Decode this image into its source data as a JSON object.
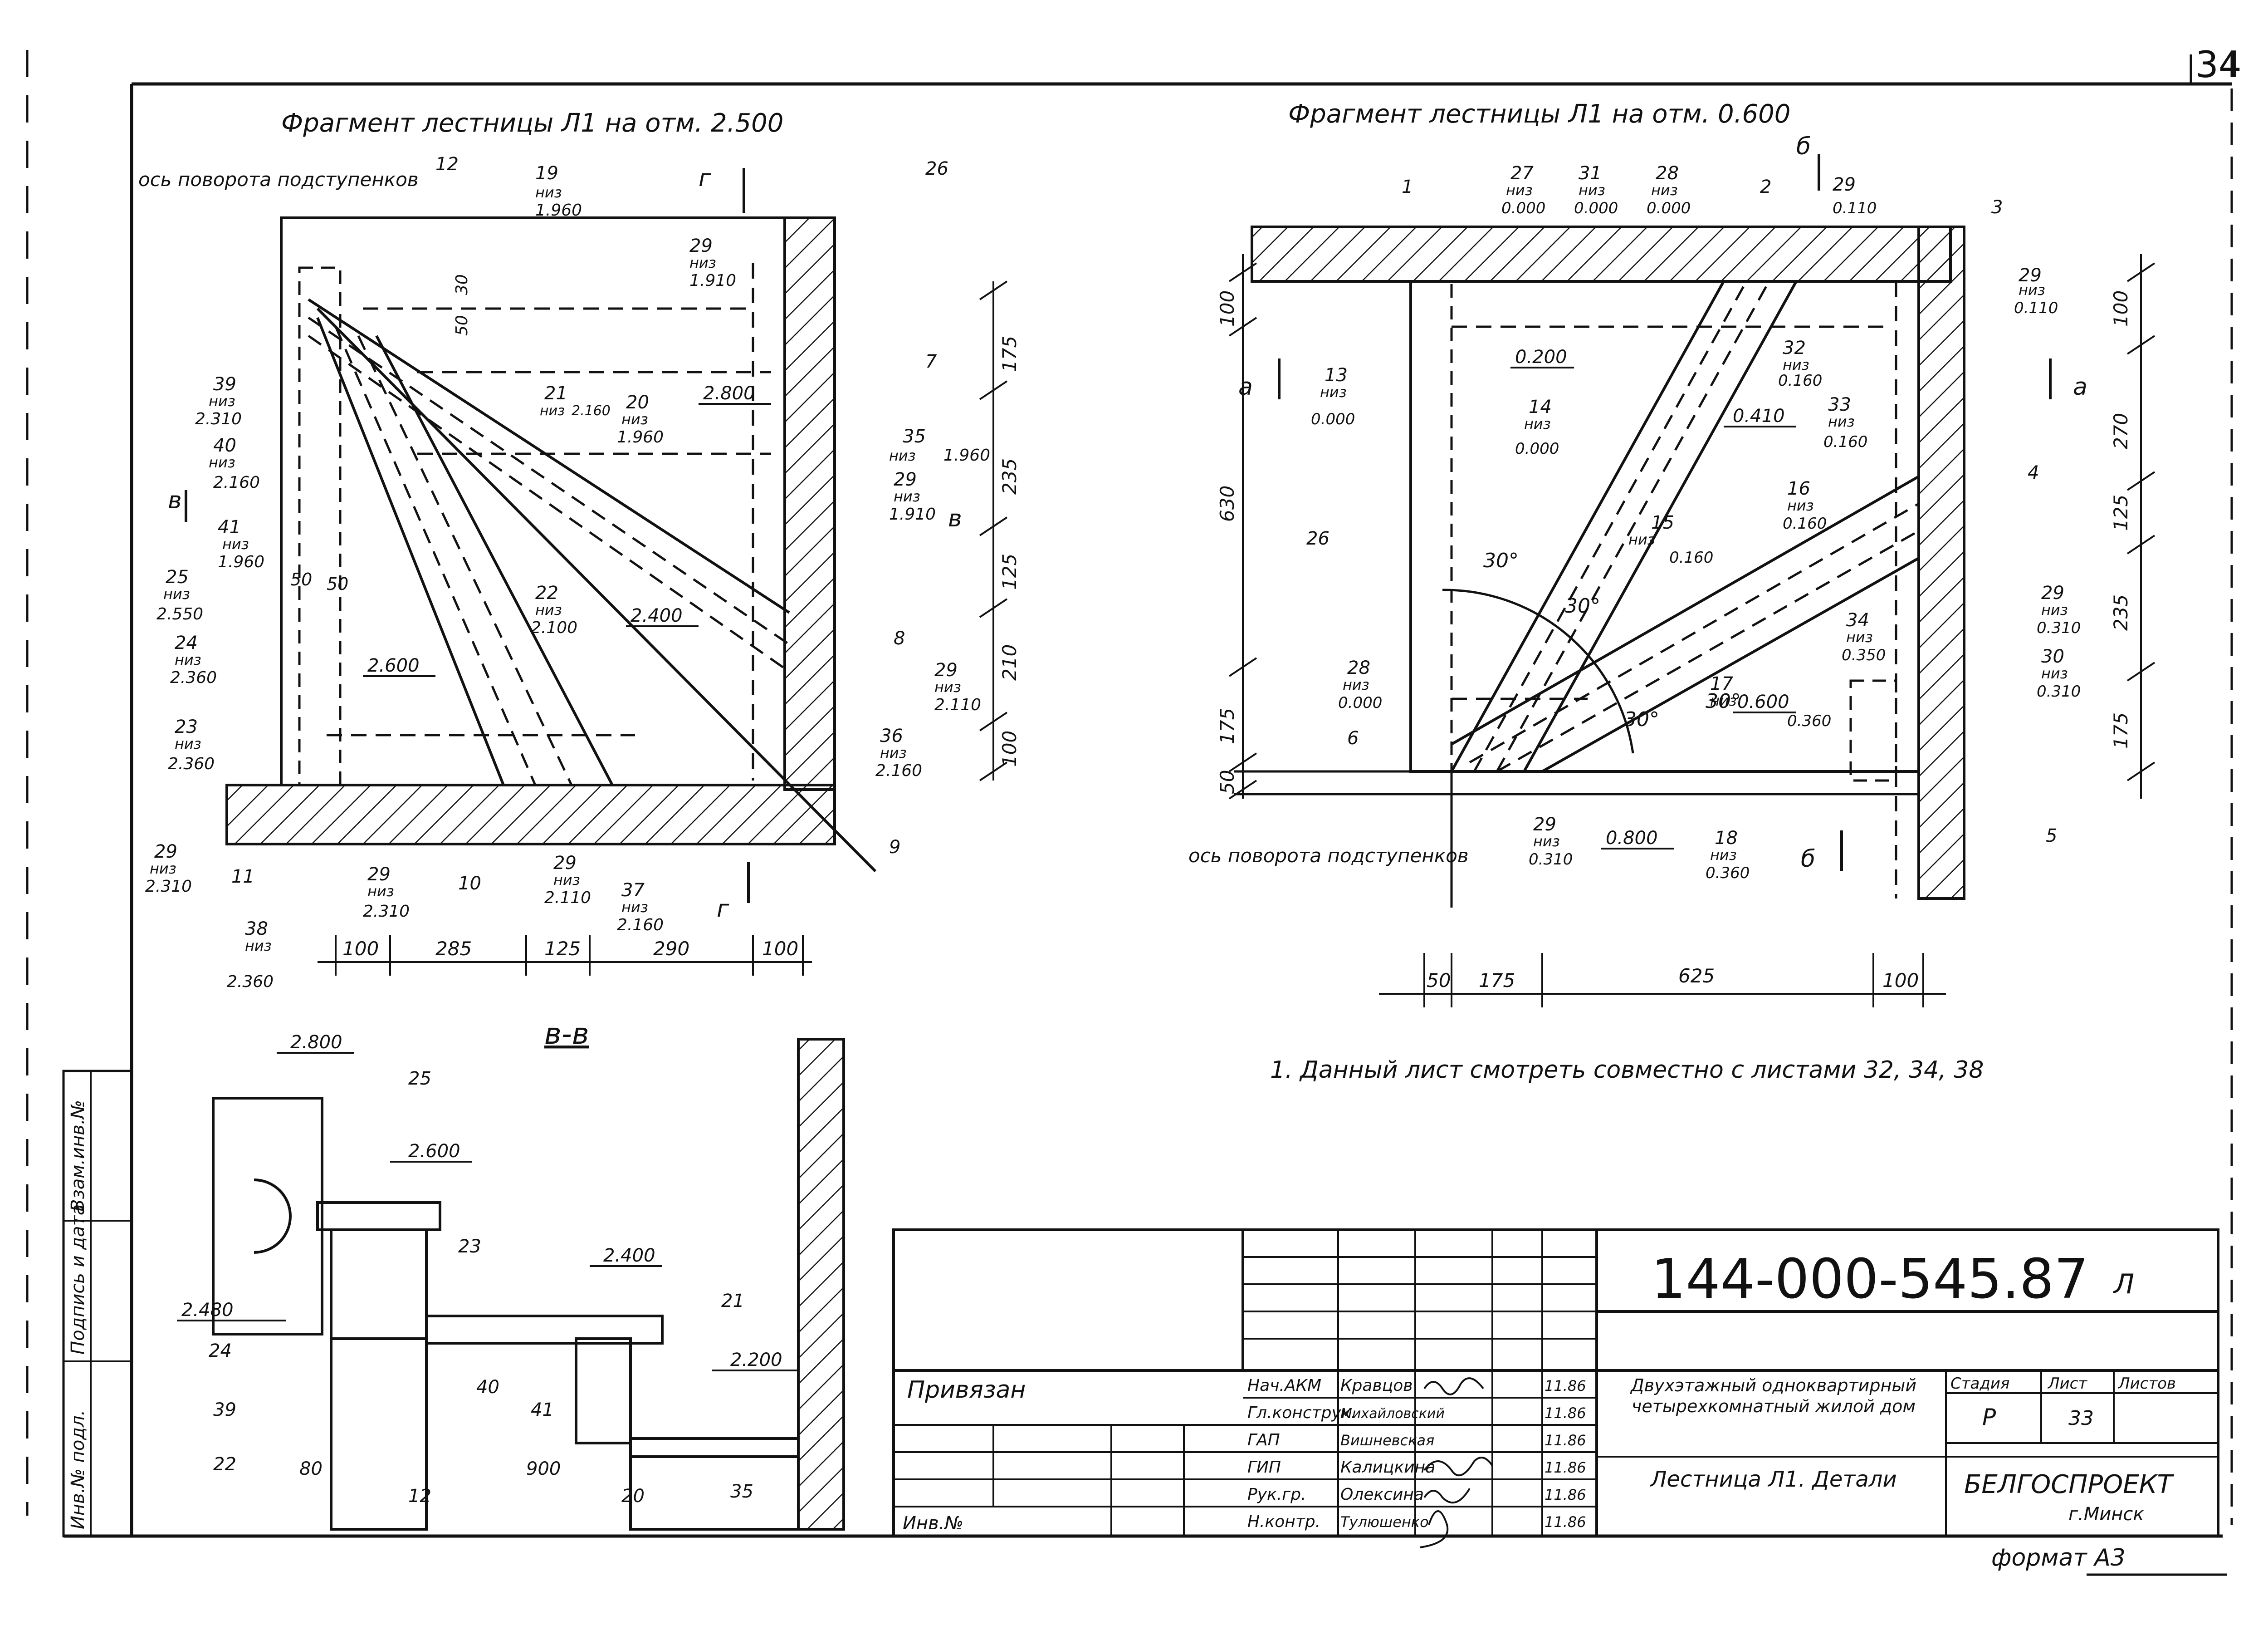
{
  "sheet": {
    "corner_number": "34",
    "designation": "144-000-545.87",
    "designation_suffix": "Л",
    "format": "формат А3",
    "binding_label": "Привязан",
    "inv_label": "Инв.№"
  },
  "left_margin_labels": [
    "Инв.№ подл.",
    "Подпись и дата",
    "Взам.инв.№"
  ],
  "fragment_2500": {
    "title": "Фрагмент лестницы Л1 на отм. 2.500",
    "turn_axis": "ось поворота подступенков",
    "bottom_dims": [
      "100",
      "285",
      "125",
      "290",
      "100"
    ],
    "right_dims": [
      "175",
      "235",
      "125",
      "210",
      "100"
    ],
    "left_dims": [
      "50",
      "50"
    ],
    "inner_dims": [
      "30",
      "50"
    ],
    "section_mark_v": "в",
    "section_mark_g": "г",
    "level_marks": [
      "2.800",
      "2.600",
      "2.400"
    ],
    "callouts": [
      {
        "n": "12"
      },
      {
        "n": "19",
        "sub": "низ",
        "v": "1.960"
      },
      {
        "n": "26"
      },
      {
        "n": "29",
        "sub": "низ",
        "v": "1.910"
      },
      {
        "n": "7"
      },
      {
        "n": "35",
        "sub": "низ",
        "v": "1.960"
      },
      {
        "n": "29",
        "sub": "низ",
        "v": "1.910"
      },
      {
        "n": "39",
        "sub": "низ",
        "v": "2.310"
      },
      {
        "n": "40",
        "sub": "низ",
        "v": "2.160"
      },
      {
        "n": "41",
        "sub": "низ",
        "v": "1.960"
      },
      {
        "n": "25",
        "sub": "низ",
        "v": "2.550"
      },
      {
        "n": "24",
        "sub": "низ",
        "v": "2.360"
      },
      {
        "n": "23",
        "sub": "низ",
        "v": "2.360"
      },
      {
        "n": "21",
        "sub": "низ",
        "v": "2.160"
      },
      {
        "n": "20",
        "sub": "низ",
        "v": "1.960"
      },
      {
        "n": "22",
        "sub": "низ",
        "v": "2.100"
      },
      {
        "n": "8"
      },
      {
        "n": "29",
        "sub": "низ",
        "v": "2.110"
      },
      {
        "n": "36",
        "sub": "низ",
        "v": "2.160"
      },
      {
        "n": "9"
      },
      {
        "n": "29",
        "sub": "низ",
        "v": "2.310"
      },
      {
        "n": "11"
      },
      {
        "n": "38",
        "sub": "низ",
        "v": "2.360"
      },
      {
        "n": "29",
        "sub": "низ",
        "v": "2.310"
      },
      {
        "n": "10"
      },
      {
        "n": "29",
        "sub": "низ",
        "v": "2.110"
      },
      {
        "n": "37",
        "sub": "низ",
        "v": "2.160"
      }
    ]
  },
  "fragment_0600": {
    "title": "Фрагмент лестницы Л1 на отм. 0.600",
    "turn_axis": "ось поворота подступенков",
    "bottom_dims": [
      "50",
      "175",
      "625",
      "100"
    ],
    "right_dims": [
      "100",
      "270",
      "125",
      "235",
      "175"
    ],
    "left_dims": [
      "100",
      "630",
      "175",
      "50"
    ],
    "angles": [
      "30°",
      "30°",
      "30°",
      "30°"
    ],
    "section_mark_a": "а",
    "section_mark_b": "б",
    "level_marks": [
      "0.200",
      "0.410",
      "0.600",
      "0.800"
    ],
    "callouts": [
      {
        "n": "1"
      },
      {
        "n": "27",
        "sub": "низ",
        "v": "0.000"
      },
      {
        "n": "31",
        "sub": "низ",
        "v": "0.000"
      },
      {
        "n": "28",
        "sub": "низ",
        "v": "0.000"
      },
      {
        "n": "2"
      },
      {
        "n": "29",
        "v": "0.110"
      },
      {
        "n": "3"
      },
      {
        "n": "29",
        "sub": "низ",
        "v": "0.110"
      },
      {
        "n": "13",
        "sub": "низ",
        "v": "0.000"
      },
      {
        "n": "14",
        "sub": "низ",
        "v": "0.000"
      },
      {
        "n": "32",
        "sub": "низ",
        "v": "0.160"
      },
      {
        "n": "33",
        "sub": "низ",
        "v": "0.160"
      },
      {
        "n": "4"
      },
      {
        "n": "26"
      },
      {
        "n": "15",
        "sub": "низ",
        "v": "0.160"
      },
      {
        "n": "16",
        "sub": "низ",
        "v": "0.160"
      },
      {
        "n": "29",
        "sub": "низ",
        "v": "0.310"
      },
      {
        "n": "30",
        "sub": "низ",
        "v": "0.310"
      },
      {
        "n": "34",
        "sub": "низ",
        "v": "0.350"
      },
      {
        "n": "28",
        "sub": "низ",
        "v": "0.000"
      },
      {
        "n": "6"
      },
      {
        "n": "17",
        "sub": "низ",
        "v": "0.360"
      },
      {
        "n": "29",
        "sub": "низ",
        "v": "0.310"
      },
      {
        "n": "18",
        "sub": "низ",
        "v": "0.360"
      },
      {
        "n": "5"
      }
    ]
  },
  "section_vv": {
    "title": "в-в",
    "levels": [
      "2.800",
      "2.600",
      "2.400",
      "2.480",
      "2.200"
    ],
    "callouts": [
      "25",
      "23",
      "21",
      "24",
      "39",
      "40",
      "22",
      "41",
      "12",
      "20",
      "35"
    ],
    "dims": [
      "80",
      "900"
    ]
  },
  "note": "1. Данный лист смотреть совместно с листами 32, 34, 38",
  "title_block": {
    "roles": [
      "Нач.АКМ",
      "Гл.конструк.",
      "ГАП",
      "ГИП",
      "Рук.гр.",
      "Н.контр."
    ],
    "names": [
      "Кравцов",
      "Михайловский",
      "Вишневская",
      "Калицкина",
      "Олексина",
      "Тулюшенко"
    ],
    "dates": [
      "11.86",
      "11.86",
      "11.86",
      "11.86",
      "11.86",
      "11.86"
    ],
    "project": "Двухэтажный одноквартирный четырехкомнатный жилой дом",
    "sheet_title": "Лестница Л1. Детали",
    "stage_hdr": "Стадия",
    "sheet_hdr": "Лист",
    "sheets_hdr": "Листов",
    "stage": "Р",
    "sheet_no": "33",
    "org": "БЕЛГОСПРОЕКТ",
    "city": "г.Минск"
  }
}
